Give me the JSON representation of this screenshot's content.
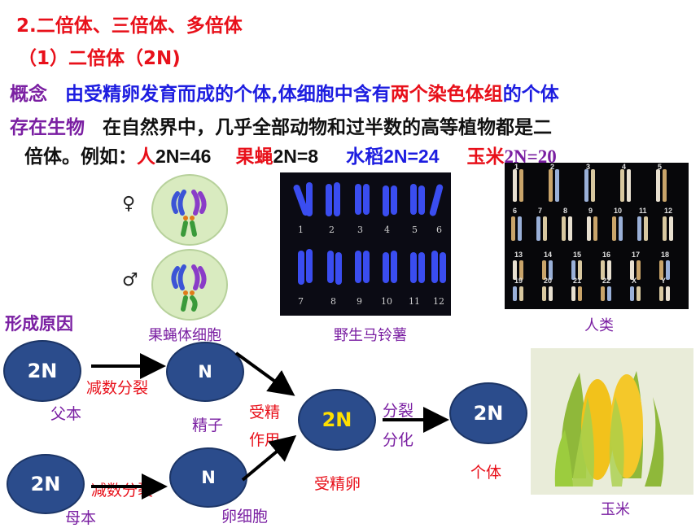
{
  "heading": {
    "title": "2.二倍体、三倍体、多倍体",
    "subtitle": "（1）二倍体（2N)"
  },
  "concept": {
    "label": "概念",
    "part1": "由受精卵发育而成的个体,体细胞中含有",
    "part2": "两个染色体组",
    "part3": "的个体"
  },
  "existence": {
    "label": "存在生物",
    "text1": "在自然界中，几乎全部动物和过半数的高等植物都是二",
    "text2": "倍体。例如：",
    "examples": [
      {
        "name": "人",
        "value": "2N=46"
      },
      {
        "name": "果蝇",
        "value": "2N=8"
      },
      {
        "name": "水稻",
        "value": "2N=24"
      },
      {
        "name": "玉米",
        "value": "2N=20"
      }
    ]
  },
  "symbols": {
    "female": "♀",
    "male": "♂"
  },
  "captions": {
    "drosophila_cells": "果蝇体细胞",
    "potato": "野生马铃薯",
    "human": "人类",
    "corn": "玉米"
  },
  "potato_numbers": [
    "1",
    "2",
    "3",
    "4",
    "5",
    "6",
    "7",
    "8",
    "9",
    "10",
    "11",
    "12"
  ],
  "karyotype_numbers": [
    "1",
    "2",
    "3",
    "4",
    "5",
    "6",
    "7",
    "8",
    "9",
    "10",
    "11",
    "12",
    "13",
    "14",
    "15",
    "16",
    "17",
    "18",
    "19",
    "20",
    "21",
    "22",
    "X",
    "Y"
  ],
  "diagram": {
    "cause_label": "形成原因",
    "father_circle": "2N",
    "father_label": "父本",
    "mother_circle": "2N",
    "mother_label": "母本",
    "meiosis1": "减数分裂",
    "meiosis2": "减数分裂",
    "sperm_circle": "N",
    "sperm_label": "精子",
    "egg_circle": "N",
    "egg_label": "卵细胞",
    "fertilization_1": "受精",
    "fertilization_2": "作用",
    "zygote_circle": "2N",
    "zygote_label": "受精卵",
    "division_1": "分裂",
    "division_2": "分化",
    "individual_circle": "2N",
    "individual_label": "个体"
  },
  "colors": {
    "red": "#e8101a",
    "blue": "#1d1de0",
    "purple": "#7a1fa2",
    "circle": "#2b4c8c",
    "zygote_text": "#ffe000"
  }
}
